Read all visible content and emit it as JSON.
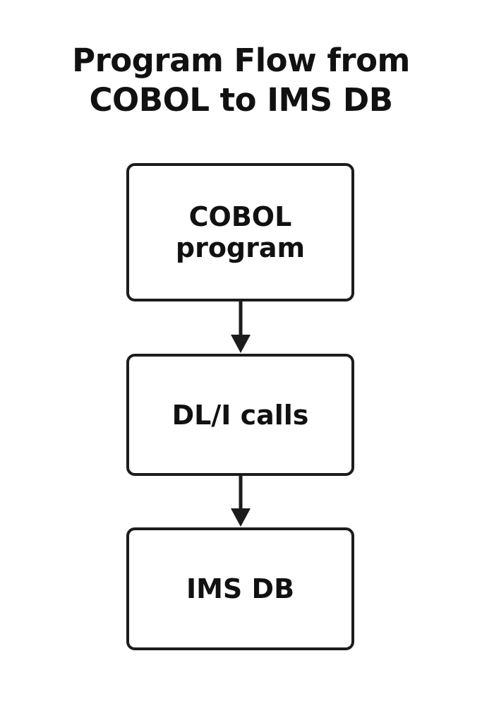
{
  "title": {
    "line1": "Program Flow from",
    "line2": "COBOL to IMS DB"
  },
  "nodes": [
    {
      "id": "cobol",
      "line1": "COBOL",
      "line2": "program"
    },
    {
      "id": "dli",
      "line1": "DL/I calls"
    },
    {
      "id": "ims",
      "line1": "IMS DB"
    }
  ],
  "edges": [
    {
      "from": "cobol",
      "to": "dli"
    },
    {
      "from": "dli",
      "to": "ims"
    }
  ],
  "colors": {
    "stroke": "#1c1c1c",
    "background": "#ffffff",
    "text": "#111111"
  }
}
